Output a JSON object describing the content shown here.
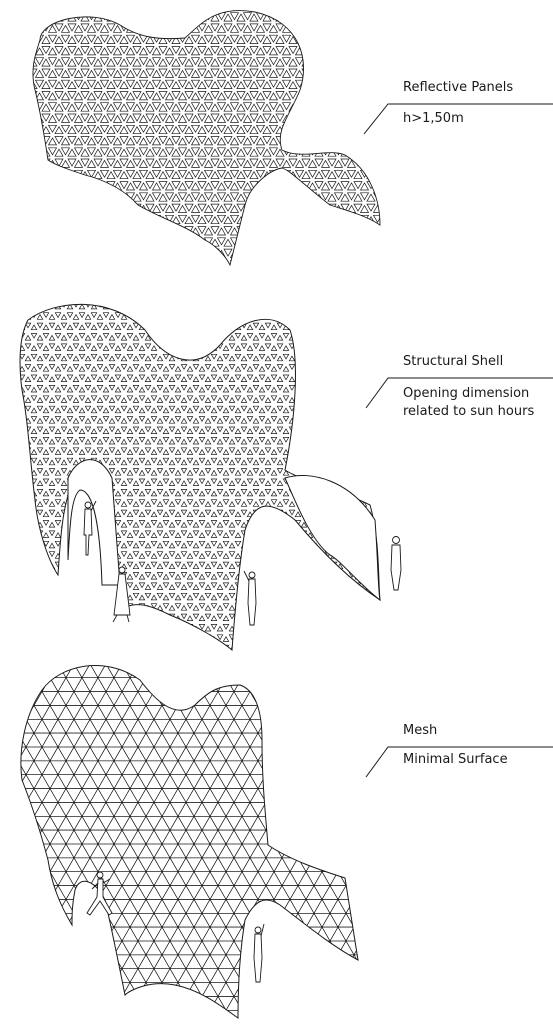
{
  "layers": [
    {
      "id": "panels",
      "title": "Reflective Panels",
      "subtitle": "h>1,50m"
    },
    {
      "id": "shell",
      "title": "Structural Shell",
      "subtitle": "Opening dimension related to sun hours"
    },
    {
      "id": "mesh",
      "title": "Minimal Surface",
      "name": "Mesh"
    }
  ],
  "colors": {
    "ink": "#1a1a1a",
    "background": "#ffffff"
  }
}
